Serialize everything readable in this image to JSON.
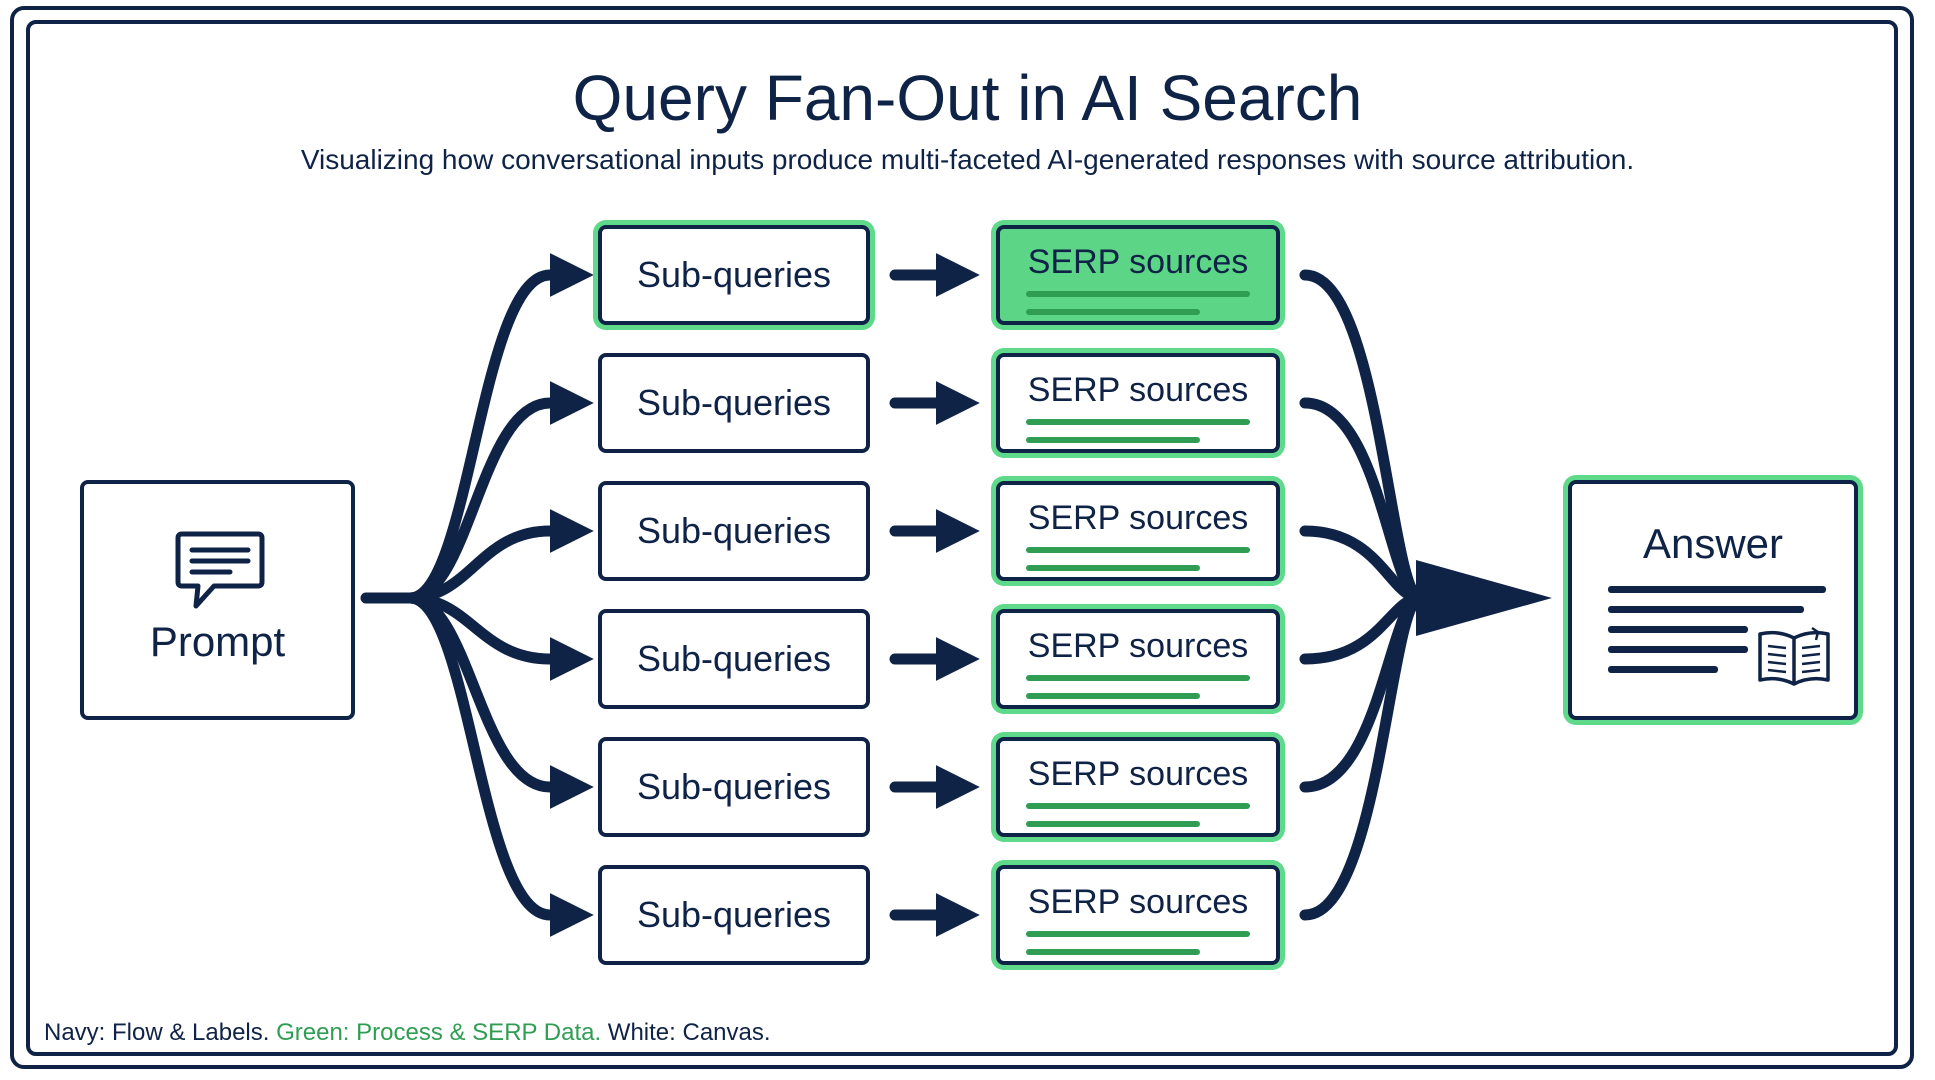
{
  "title": "Query Fan-Out in AI Search",
  "subtitle": "Visualizing how conversational inputs produce multi-faceted AI-generated responses with source attribution.",
  "prompt": {
    "label": "Prompt",
    "icon": "chat-bubble-icon"
  },
  "sub_queries": [
    {
      "label": "Sub-queries"
    },
    {
      "label": "Sub-queries"
    },
    {
      "label": "Sub-queries"
    },
    {
      "label": "Sub-queries"
    },
    {
      "label": "Sub-queries"
    },
    {
      "label": "Sub-queries"
    }
  ],
  "serp_sources": [
    {
      "label": "SERP sources"
    },
    {
      "label": "SERP sources"
    },
    {
      "label": "SERP sources"
    },
    {
      "label": "SERP sources"
    },
    {
      "label": "SERP sources"
    },
    {
      "label": "SERP sources"
    }
  ],
  "answer": {
    "label": "Answer",
    "icon": "open-book-icon"
  },
  "legend": {
    "navy": "Navy: Flow & Labels.",
    "green": "Green: Process & SERP Data.",
    "white": "White: Canvas."
  },
  "colors": {
    "navy": "#0f2347",
    "green": "#5cd686",
    "green_dark": "#2f9e53",
    "white": "#ffffff"
  }
}
